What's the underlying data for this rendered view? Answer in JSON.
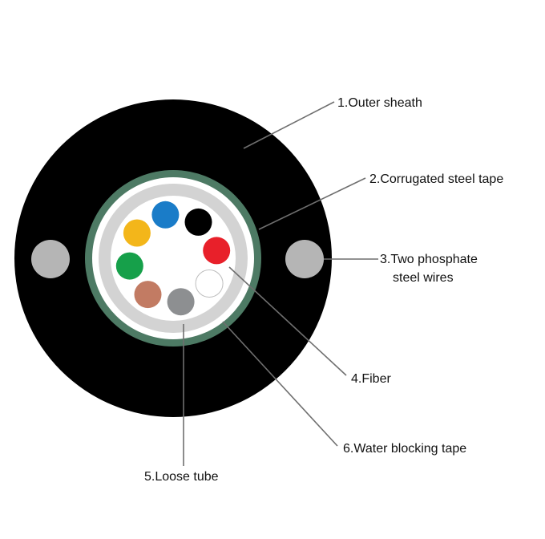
{
  "colors": {
    "background": "#ffffff",
    "outer_sheath": "#000000",
    "steel_tape": "#4d7a64",
    "water_blocking": "#d3d3d3",
    "loose_tube_fill": "#ffffff",
    "steel_wire": "#b5b5b5",
    "leader_line": "#6f6f6f"
  },
  "fibers": [
    {
      "name": "fiber-blue",
      "color": "#1a7cc8"
    },
    {
      "name": "fiber-black",
      "color": "#000000"
    },
    {
      "name": "fiber-red",
      "color": "#e8202a"
    },
    {
      "name": "fiber-white",
      "color": "#ffffff"
    },
    {
      "name": "fiber-grey",
      "color": "#8d8f91"
    },
    {
      "name": "fiber-brown",
      "color": "#c27b63"
    },
    {
      "name": "fiber-green",
      "color": "#16a04a"
    },
    {
      "name": "fiber-yellow",
      "color": "#f3b61a"
    }
  ],
  "labels": {
    "outer_sheath": "1.Outer sheath",
    "steel_tape": "2.Corrugated steel tape",
    "steel_wires_line1": "3.Two phosphate",
    "steel_wires_line2": "steel wires",
    "fiber": "4.Fiber",
    "loose_tube": "5.Loose tube",
    "water_blocking_tape": "6.Water blocking tape"
  }
}
